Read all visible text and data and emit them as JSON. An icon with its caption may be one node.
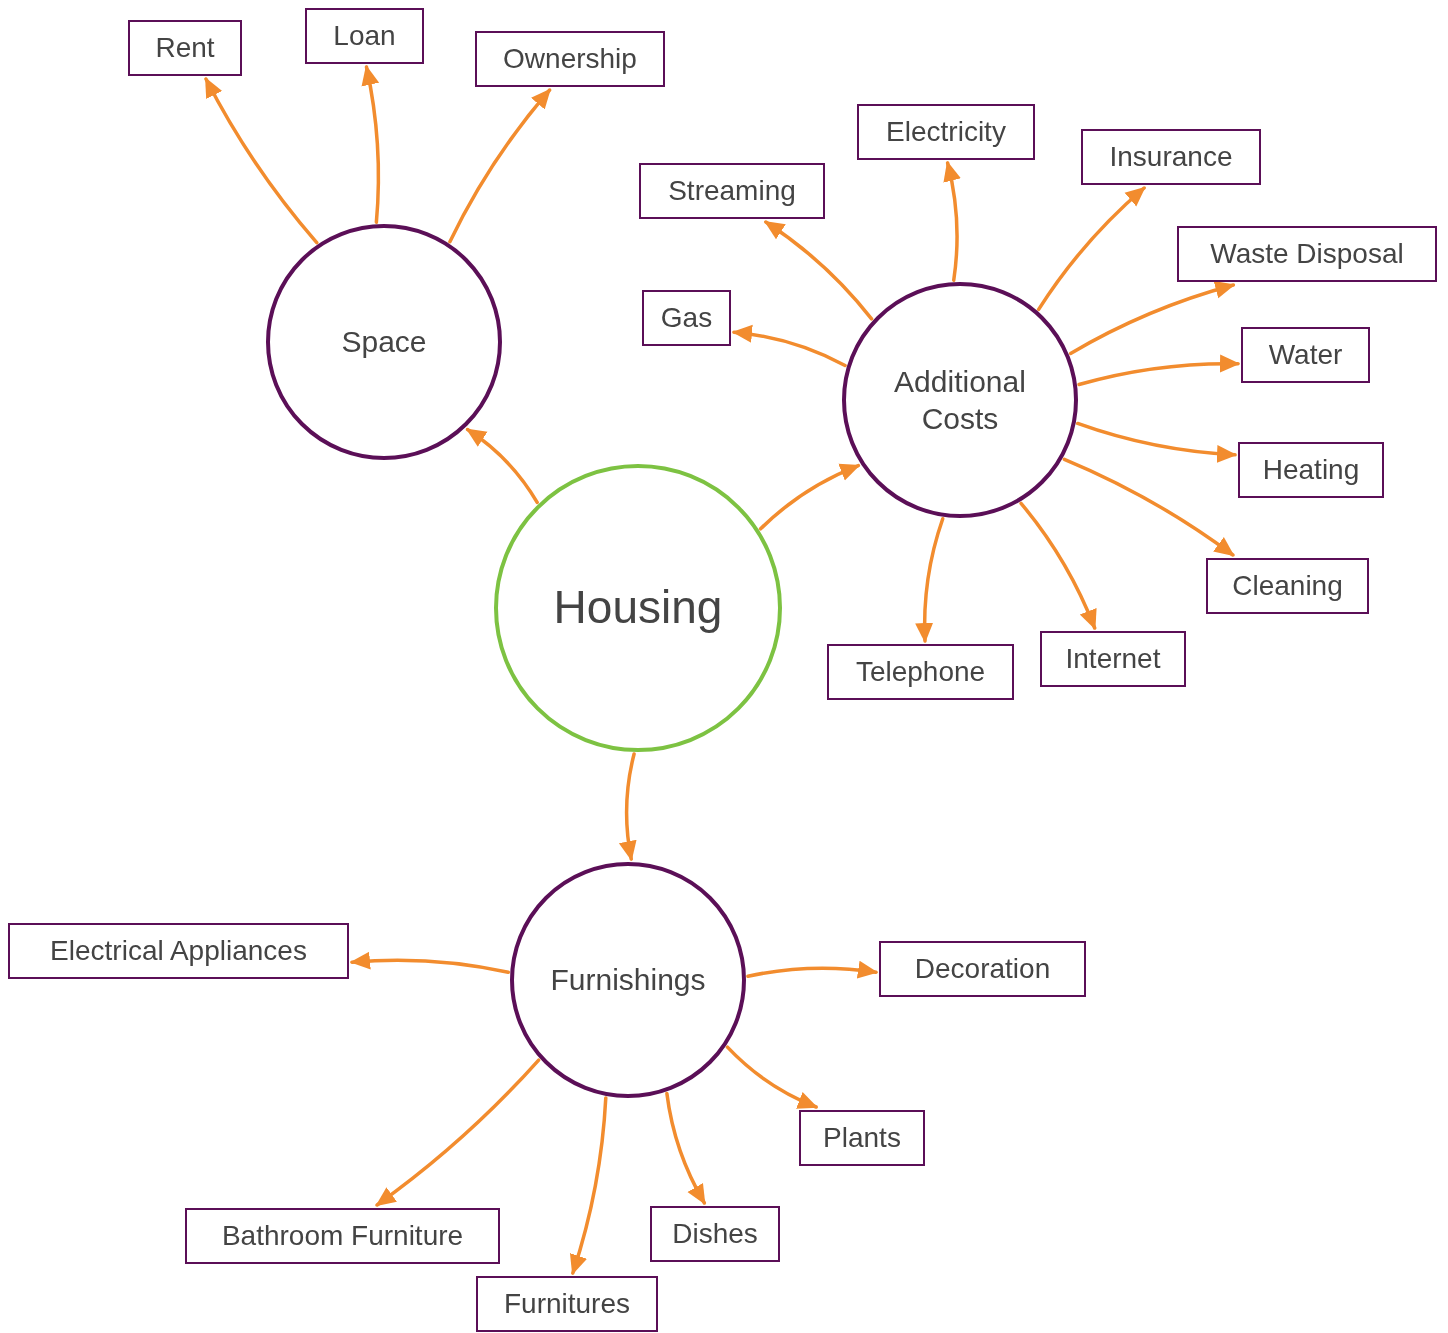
{
  "diagram": {
    "nodes": [
      {
        "text": [
          "Housing"
        ]
      },
      {
        "text": [
          "Space"
        ]
      },
      {
        "text": [
          "Additional Costs"
        ]
      },
      {
        "text": [
          "Furnishings"
        ]
      },
      {
        "text": [
          "Rent"
        ]
      },
      {
        "text": [
          "Loan"
        ]
      },
      {
        "text": [
          "Ownership"
        ]
      },
      {
        "text": [
          "Electricity"
        ]
      },
      {
        "text": [
          "Insurance"
        ]
      },
      {
        "text": [
          "Streaming"
        ]
      },
      {
        "text": [
          "Waste Disposal"
        ]
      },
      {
        "text": [
          "Gas"
        ]
      },
      {
        "text": [
          "Water"
        ]
      },
      {
        "text": [
          "Heating"
        ]
      },
      {
        "text": [
          "Cleaning"
        ]
      },
      {
        "text": [
          "Telephone"
        ]
      },
      {
        "text": [
          "Internet"
        ]
      },
      {
        "text": [
          "Electrical Appliances"
        ]
      },
      {
        "text": [
          "Decoration"
        ]
      },
      {
        "text": [
          "Plants"
        ]
      },
      {
        "text": [
          "Bathroom Furniture"
        ]
      },
      {
        "text": [
          "Dishes"
        ]
      },
      {
        "text": [
          "Furnitures"
        ]
      }
    ],
    "edges": [
      {
        "from": 0,
        "to": 1,
        "arrow": "to"
      },
      {
        "from": 0,
        "to": 2,
        "arrow": "to"
      },
      {
        "from": 0,
        "to": 3,
        "arrow": "to"
      },
      {
        "from": 1,
        "to": 4,
        "arrow": "to"
      },
      {
        "from": 1,
        "to": 5,
        "arrow": "to"
      },
      {
        "from": 1,
        "to": 6,
        "arrow": "to"
      },
      {
        "from": 2,
        "to": 7,
        "arrow": "to"
      },
      {
        "from": 2,
        "to": 8,
        "arrow": "to"
      },
      {
        "from": 2,
        "to": 9,
        "arrow": "to"
      },
      {
        "from": 2,
        "to": 10,
        "arrow": "to"
      },
      {
        "from": 2,
        "to": 11,
        "arrow": "to"
      },
      {
        "from": 2,
        "to": 12,
        "arrow": "to"
      },
      {
        "from": 2,
        "to": 13,
        "arrow": "to"
      },
      {
        "from": 2,
        "to": 14,
        "arrow": "to"
      },
      {
        "from": 2,
        "to": 15,
        "arrow": "to"
      },
      {
        "from": 2,
        "to": 16,
        "arrow": "to"
      },
      {
        "from": 3,
        "to": 17,
        "arrow": "to"
      },
      {
        "from": 3,
        "to": 18,
        "arrow": "to"
      },
      {
        "from": 3,
        "to": 19,
        "arrow": "to"
      },
      {
        "from": 3,
        "to": 20,
        "arrow": "to"
      },
      {
        "from": 3,
        "to": 21,
        "arrow": "to"
      },
      {
        "from": 3,
        "to": 22,
        "arrow": "to"
      }
    ]
  }
}
